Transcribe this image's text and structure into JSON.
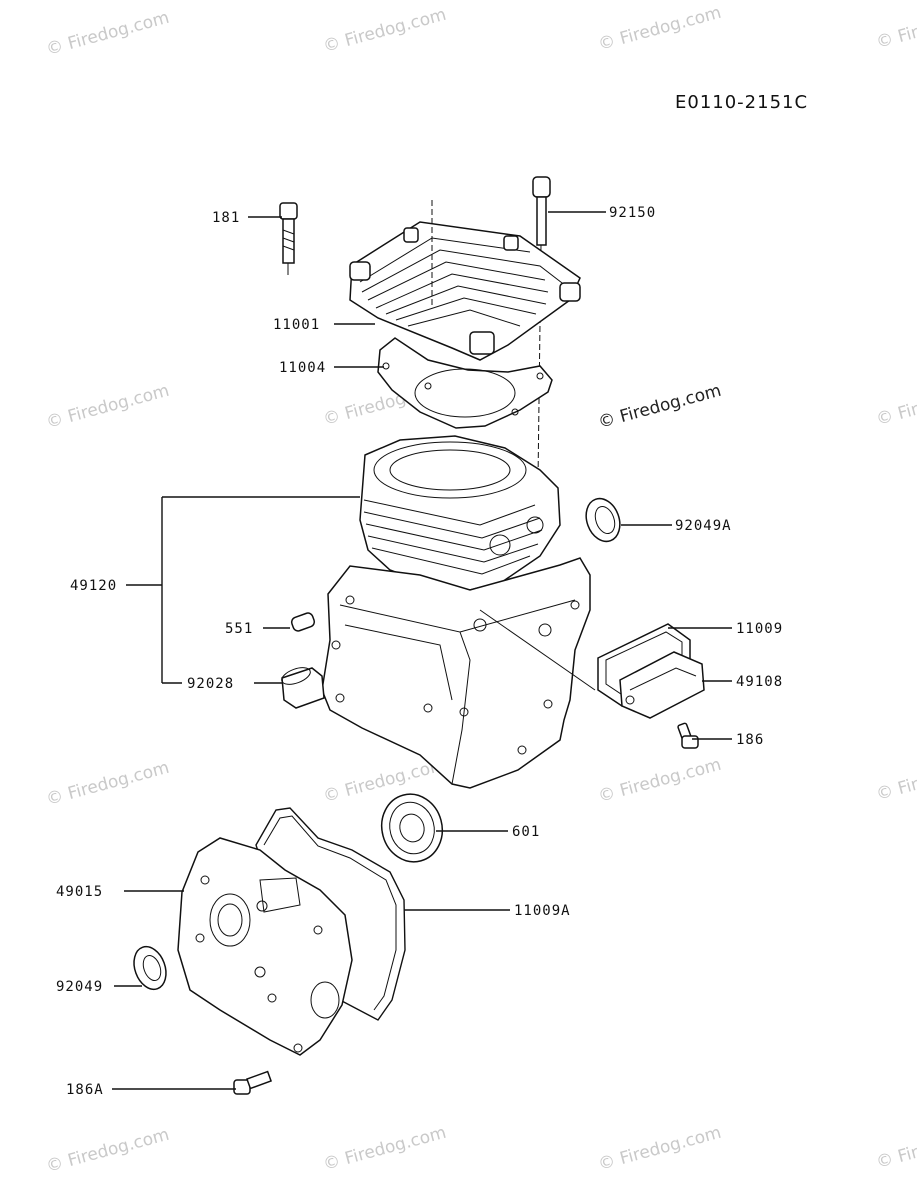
{
  "diagram_code": "E0110-2151C",
  "watermark": "© Firedog.com",
  "callouts": {
    "c181": "181",
    "c92150": "92150",
    "c11001": "11001",
    "c11004": "11004",
    "c92049A": "92049A",
    "c49120": "49120",
    "c551": "551",
    "c11009": "11009",
    "c49108": "49108",
    "c92028": "92028",
    "c186": "186",
    "c601": "601",
    "c49015": "49015",
    "c11009A": "11009A",
    "c92049": "92049",
    "c186A": "186A"
  }
}
